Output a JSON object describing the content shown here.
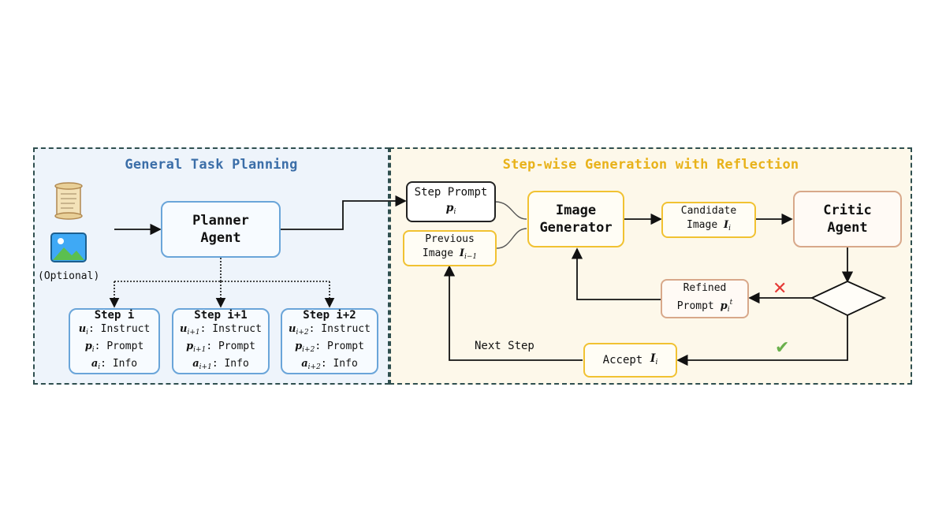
{
  "left_panel": {
    "title": "General Task Planning",
    "optional_label": "(Optional)",
    "planner": {
      "line1": "Planner",
      "line2": "Agent"
    },
    "steps": [
      {
        "title": "Step i",
        "sub": "i",
        "u_text": ": Instruct",
        "p_text": ": Prompt",
        "a_text": ": Info"
      },
      {
        "title": "Step i+1",
        "sub": "i+1",
        "u_text": ": Instruct",
        "p_text": ": Prompt",
        "a_text": ": Info"
      },
      {
        "title": "Step i+2",
        "sub": "i+2",
        "u_text": ": Instruct",
        "p_text": ": Prompt",
        "a_text": ": Info"
      }
    ],
    "symbols": {
      "u": "u",
      "p": "p",
      "a": "a"
    }
  },
  "right_panel": {
    "title": "Step-wise Generation with Reflection",
    "step_prompt": {
      "label": "Step Prompt",
      "sym": "p",
      "sub": "i"
    },
    "previous_image": {
      "label1": "Previous",
      "label2": "Image",
      "sym": "I",
      "sub": "i−1"
    },
    "image_generator": {
      "line1": "Image",
      "line2": "Generator"
    },
    "candidate": {
      "label1": "Candidate",
      "label2": "Image",
      "sym": "I",
      "sub": "i"
    },
    "critic": {
      "line1": "Critic",
      "line2": "Agent"
    },
    "refined": {
      "label1": "Refined",
      "label2": "Prompt",
      "sym": "p",
      "sub": "i",
      "sup": "t"
    },
    "accept": {
      "label": "Accept",
      "sym": "I",
      "sub": "i"
    },
    "next_step": "Next Step",
    "reject_mark": "✕",
    "accept_mark": "✔"
  },
  "colors": {
    "blue_border": "#6aa5d9",
    "yellow_border": "#f1c232",
    "brown_border": "#d8a88a",
    "title_blue": "#3b6ea8",
    "title_yellow": "#e8b21a",
    "reject_red": "#e53935",
    "accept_green": "#6ab04c"
  }
}
